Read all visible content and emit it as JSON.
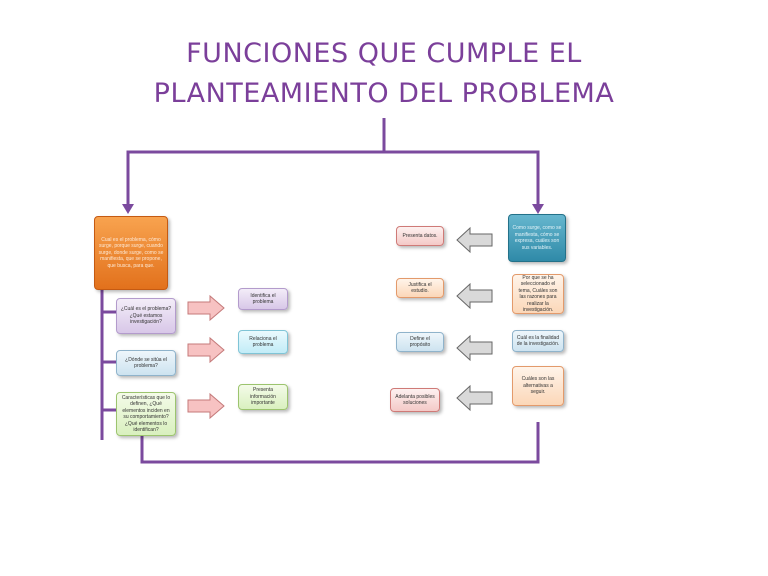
{
  "title": {
    "line1": "FUNCIONES QUE CUMPLE EL",
    "line2": "PLANTEAMIENTO DEL PROBLEMA"
  },
  "left": {
    "main_box": "Cual es el problema, cómo surge, porque surge, cuando surge, donde surge, como se manifiesta, que se propone, que busca, para que.",
    "questions": [
      "¿Cuál es el problema? ¿Qué estamos investigación?",
      "¿Dónde se sitúa el problema?",
      "Características que lo definen, ¿Qué elementos inciden en su comportamiento? ¿Qué elementos lo identifican?"
    ],
    "results": [
      "Identifica el problema",
      "Relaciona el problema",
      "Presenta información importante"
    ]
  },
  "right": {
    "main_box": "Como surge, como se manifiesta, cómo se expresa, cuáles son sus variables.",
    "boxes": [
      "Por que se ha seleccionado el tema, Cuáles son las  razones para realizar la investigación.",
      "Cuál es la finalidad de la investigación.",
      "Cuáles son las alternativas a seguir."
    ],
    "results": [
      "Presenta datos.",
      "Justifica el estudio.",
      "Define el propósito",
      "Adelanta posibles soluciones"
    ]
  },
  "colors": {
    "title": "#7b3f9a",
    "connector": "#7b4a9e",
    "arrow_right_fill": "#f7c2c2",
    "arrow_left_fill": "#d9d9d9"
  },
  "icons": [
    "right-arrow-icon",
    "left-arrow-icon"
  ]
}
